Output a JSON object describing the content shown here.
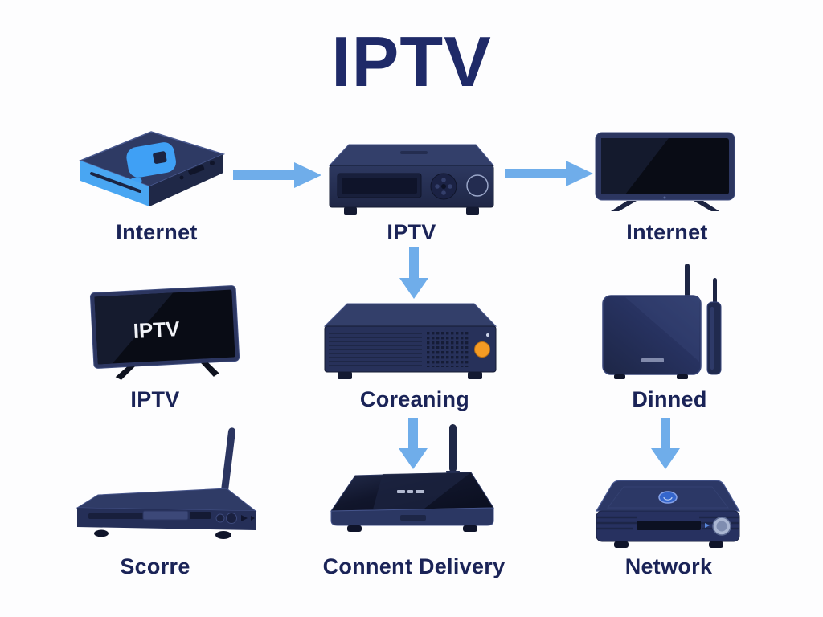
{
  "title": "IPTV",
  "colors": {
    "title": "#1f2a68",
    "labels": "#1a2357",
    "arrows": "#6fadea",
    "device_body": "#27315a",
    "device_top": "#333f6a",
    "accent_blue": "#3fa0f5",
    "accent_orange": "#f59b24",
    "screen_black": "#0a0d16"
  },
  "diagram": {
    "row1": {
      "internet_box": {
        "label": "Internet",
        "icon": "internet-media-box-icon"
      },
      "iptv_settop": {
        "label": "IPTV",
        "icon": "iptv-set-top-box-icon"
      },
      "internet_tv": {
        "label": "Internet",
        "icon": "television-icon"
      }
    },
    "row2": {
      "iptv_tv": {
        "label": "IPTV",
        "screen_text": "IPTV",
        "icon": "television-iptv-screen-icon"
      },
      "coreaning_box": {
        "label": "Coreaning",
        "icon": "media-server-box-icon"
      },
      "dinned_modem": {
        "label": "Dinned",
        "icon": "modem-with-antennas-icon"
      }
    },
    "row3": {
      "scorre_player": {
        "label": "Scorre",
        "icon": "receiver-with-antenna-icon"
      },
      "content_delivery_router": {
        "label": "Connent Delivery",
        "icon": "wifi-router-icon"
      },
      "network_box": {
        "label": "Network",
        "icon": "network-receiver-box-icon"
      }
    },
    "arrows": [
      {
        "from": "internet_box",
        "to": "iptv_settop",
        "direction": "right"
      },
      {
        "from": "iptv_settop",
        "to": "internet_tv",
        "direction": "right"
      },
      {
        "from": "iptv_settop",
        "to": "coreaning_box",
        "direction": "down"
      },
      {
        "from": "coreaning_box",
        "to": "content_delivery_router",
        "direction": "down"
      },
      {
        "from": "dinned_modem",
        "to": "network_box",
        "direction": "down"
      }
    ]
  }
}
